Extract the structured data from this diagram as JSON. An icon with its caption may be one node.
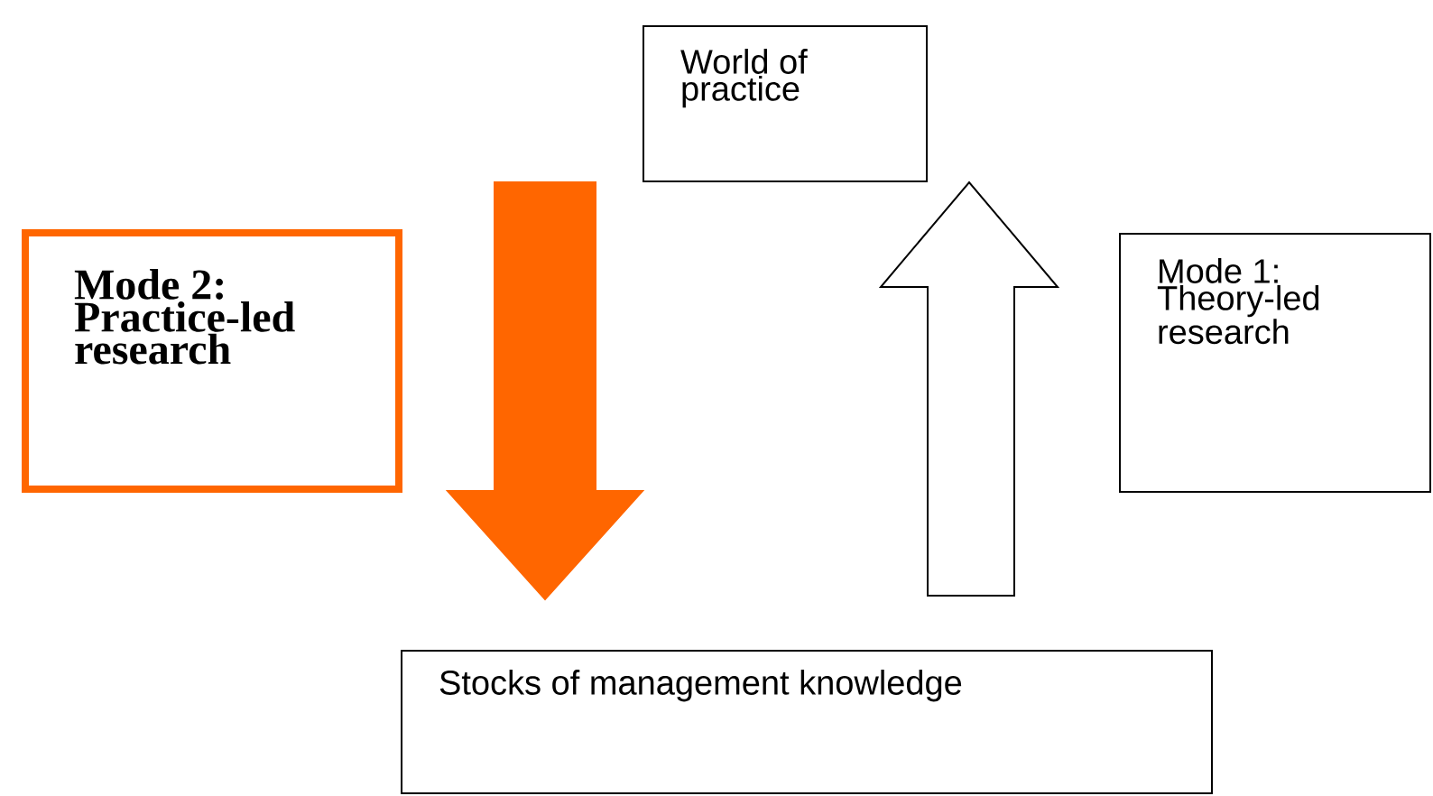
{
  "diagram": {
    "nodes": [
      {
        "text": [
          "World of practice"
        ]
      },
      {
        "text": [
          "Mode 2: Practice-led research"
        ]
      },
      {
        "text": [
          "Mode 1: Theory-led research"
        ]
      },
      {
        "text": [
          "Stocks of management knowledge"
        ]
      }
    ],
    "edges": [
      {
        "from": 0,
        "to": 3,
        "arrow": "to",
        "style": "thick",
        "color": "#ff6600"
      },
      {
        "from": 3,
        "to": 0,
        "arrow": "to"
      }
    ]
  }
}
